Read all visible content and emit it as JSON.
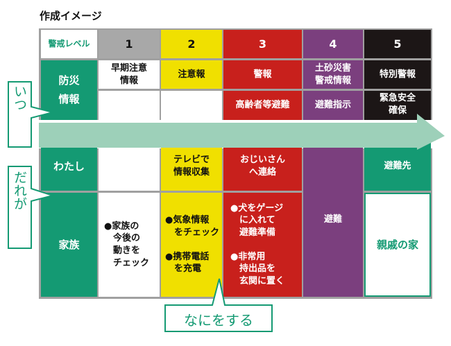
{
  "title": "作成イメージ",
  "header": {
    "label": "警戒レベル",
    "levels": [
      "1",
      "2",
      "3",
      "4",
      "5"
    ]
  },
  "bousai": {
    "label": "防災\n情報",
    "row1": [
      "早期注意\n情報",
      "注意報",
      "警報",
      "土砂災害\n警戒情報",
      "特別警報"
    ],
    "row2": [
      "",
      "",
      "高齢者等避難",
      "避難指示",
      "緊急安全\n確保"
    ]
  },
  "watashi": {
    "label": "わたし",
    "cells": [
      "",
      "テレビで\n情報収集",
      "おじいさん\nへ連絡"
    ]
  },
  "kazoku": {
    "label": "家族",
    "cells": [
      "●家族の\n　今後の\n　動きを\n　チェック",
      "●気象情報\n　をチェック\n\n●携帯電話\n　を充電",
      "●犬をゲージ\n　に入れて\n　避難準備\n\n●非常用\n　持出品を\n　玄関に置く"
    ]
  },
  "hinan": "避難",
  "hinansaki": {
    "label": "避難先",
    "value": "親戚の家"
  },
  "callouts": {
    "itsu": "いつ",
    "dare": "だれが",
    "nani": "なにをする"
  },
  "colors": {
    "green": "#149a73",
    "arrow": "#9dd0b9",
    "red": "#c8201c",
    "yellow": "#f0e000",
    "purple": "#7b3f7e",
    "black": "#1c1616",
    "grey": "#a8a8a8"
  }
}
